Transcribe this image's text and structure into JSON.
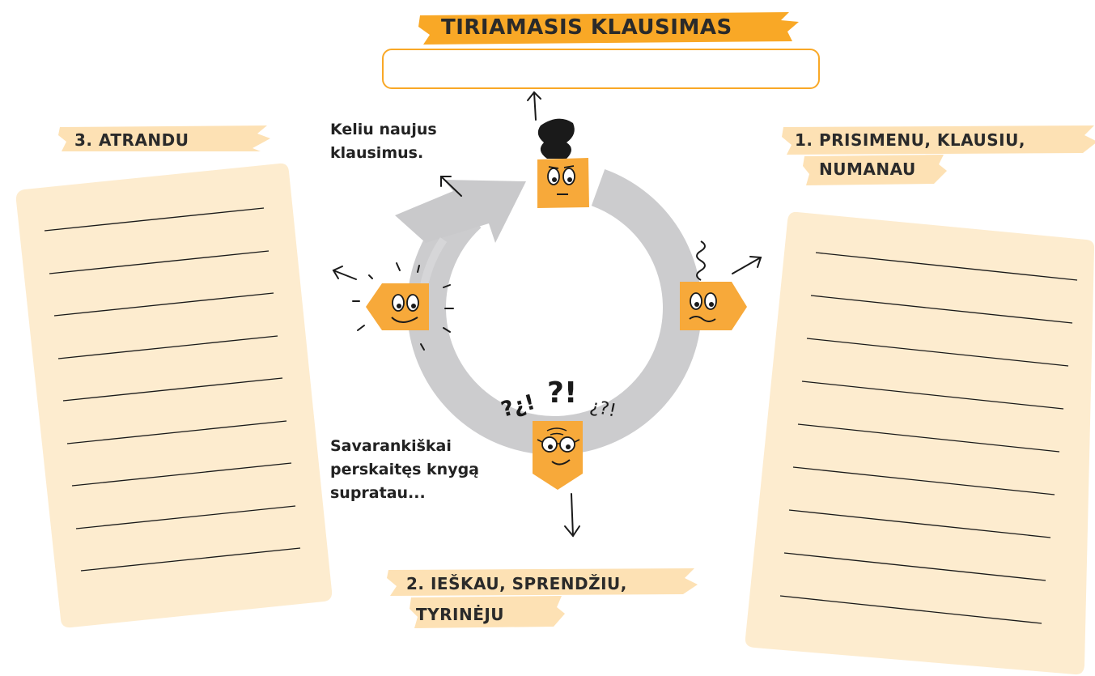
{
  "title": "TIRIAMASIS KLAUSIMAS",
  "answer_box": {
    "value": ""
  },
  "stage_1": {
    "line1": "1. PRISIMENU, KLAUSIU,",
    "line2": "NUMANAU"
  },
  "stage_2": {
    "line1": "2. IEŠKAU, SPRENDŽIU,",
    "line2": "TYRINĖJU"
  },
  "stage_3": {
    "label": "3. ATRANDU"
  },
  "note_top": {
    "line1": "Keliu naujus",
    "line2": "klausimus."
  },
  "note_bottom": {
    "line1": "Savarankiškai",
    "line2": "perskaitęs knygą",
    "line3": "supratau..."
  },
  "question_marks": {
    "left": "?¿!",
    "center": "?!",
    "right": "¿?!"
  },
  "colors": {
    "accent": "#f9a826",
    "character_orange": "#f7a93a",
    "banner_bg": "#fde7c4",
    "card_bg": "#fdeccf",
    "cycle_gray": "#c9c9cb"
  },
  "icons": [
    "thinking-character-icon",
    "happy-character-icon",
    "reading-character-icon",
    "idea-character-icon",
    "arrow-icon"
  ]
}
